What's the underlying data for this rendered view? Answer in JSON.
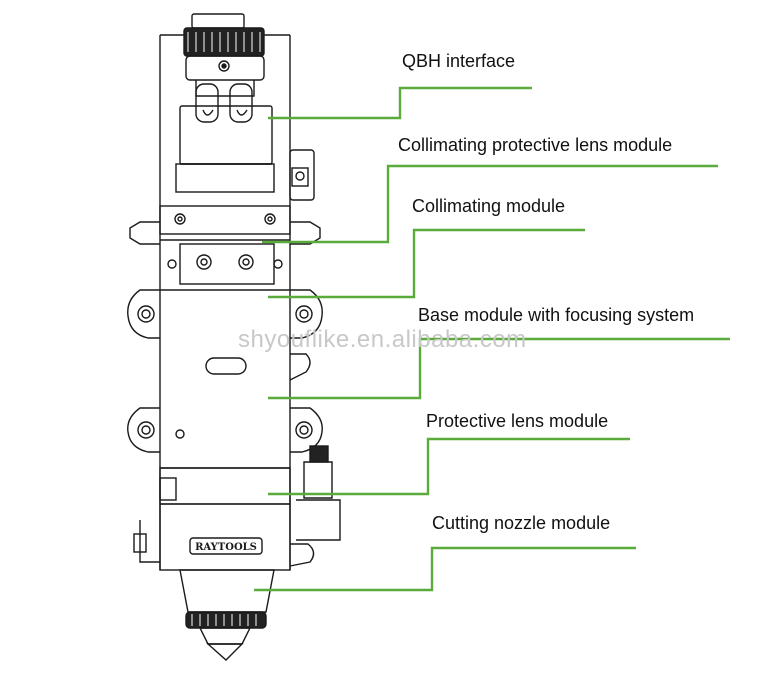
{
  "labels": {
    "qbh": "QBH interface",
    "collimating_protective": "Collimating protective lens module",
    "collimating": "Collimating module",
    "base": "Base module with focusing system",
    "protective": "Protective lens module",
    "nozzle": "Cutting nozzle module"
  },
  "brand_plate": "RAYTOOLS",
  "watermark": "shyouflike.en.alibaba.com",
  "colors": {
    "leader": "#5aaa3c",
    "drawing_line": "#1a1a1a",
    "background": "#ffffff"
  }
}
